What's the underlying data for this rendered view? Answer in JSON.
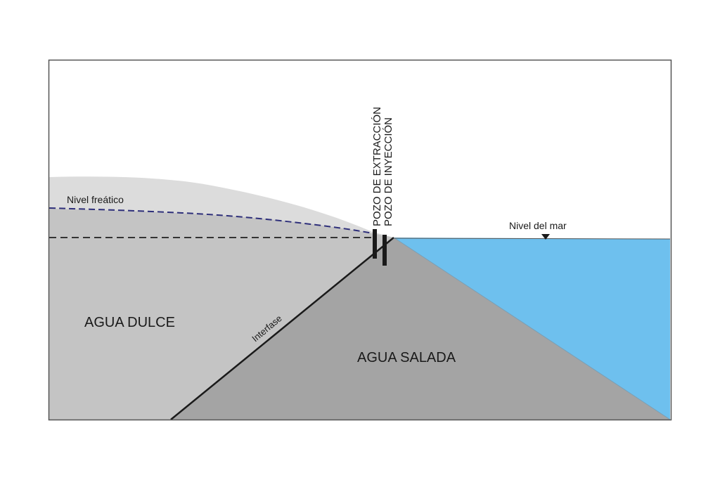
{
  "diagram": {
    "labels": {
      "nivel_freatico": "Nivel freático",
      "nivel_del_mar": "Nivel del mar",
      "pozo_extraccion": "POZO DE EXTRACCIÓN",
      "pozo_inyeccion": "POZO DE INYECCIÓN",
      "agua_dulce": "AGUA DULCE",
      "agua_salada": "AGUA SALADA",
      "interfase": "Interfase"
    },
    "colors": {
      "frame": "#555555",
      "land_surface": "#dcdcdc",
      "fresh_water": "#c4c4c4",
      "salt_water": "#a4a4a4",
      "sea": "#6ec0ee",
      "water_table_line": "#2e2f7a",
      "sea_level_line": "#333333",
      "well": "#1a1a1a"
    }
  }
}
